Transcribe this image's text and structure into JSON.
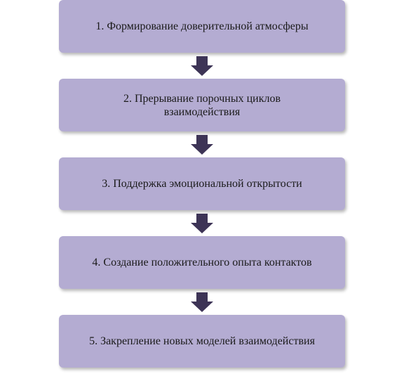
{
  "diagram": {
    "steps": [
      {
        "label": "1. Формирование доверительной атмосферы"
      },
      {
        "label": "2. Прерывание порочных циклов взаимодействия"
      },
      {
        "label": "3. Поддержка эмоциональной открытости"
      },
      {
        "label": "4. Создание положительного опыта контактов"
      },
      {
        "label": "5. Закрепление новых моделей взаимодействия"
      }
    ],
    "box_color": "#b4acd2",
    "arrow_color": "#3d3456"
  }
}
